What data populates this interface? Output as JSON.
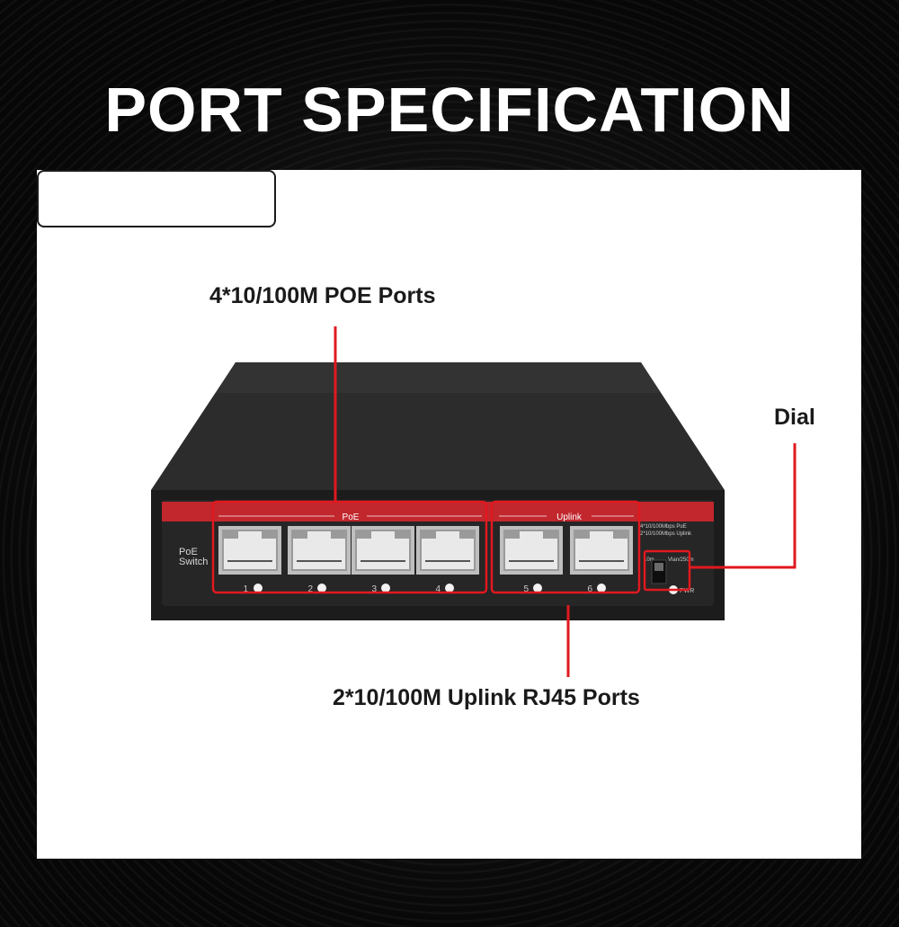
{
  "title": "PORT SPECIFICATION",
  "callouts": {
    "poe_ports": "4*10/100M POE Ports",
    "dial": "Dial",
    "uplink_ports": "2*10/100M Uplink RJ45 Ports"
  },
  "device": {
    "brand_line1": "PoE",
    "brand_line2": "Switch",
    "group_poe": "PoE",
    "group_uplink": "Uplink",
    "port_numbers": [
      "1",
      "2",
      "3",
      "4",
      "5",
      "6"
    ],
    "mode_line1": "4*10/100Mbps PoE",
    "mode_line2": "2*10/100Mbps Uplink",
    "dial_left": "10m",
    "dial_right": "Vlan/250m",
    "pwr": "PWR"
  },
  "colors": {
    "accent_red": "#e0191f",
    "device_body": "#2b2b2b",
    "device_strip": "#c1272d"
  }
}
